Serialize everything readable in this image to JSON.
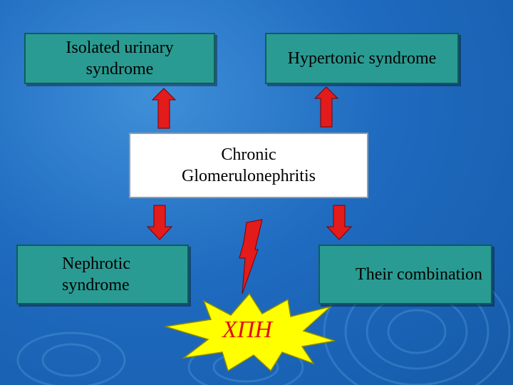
{
  "diagram": {
    "center": "Chronic\nGlomerulonephritis",
    "top_left": "Isolated urinary\nsyndrome",
    "top_right": "Hypertonic syndrome",
    "bottom_left": "Nephrotic\nsyndrome",
    "bottom_right": "Their combination",
    "outcome": "ХПН"
  },
  "colors": {
    "background": "#1f6bc0",
    "box_fill": "#2a9b92",
    "center_fill": "#ffffff",
    "arrow": "#e31b1b",
    "star": "#ffff00",
    "outcome_text": "#e01010"
  }
}
